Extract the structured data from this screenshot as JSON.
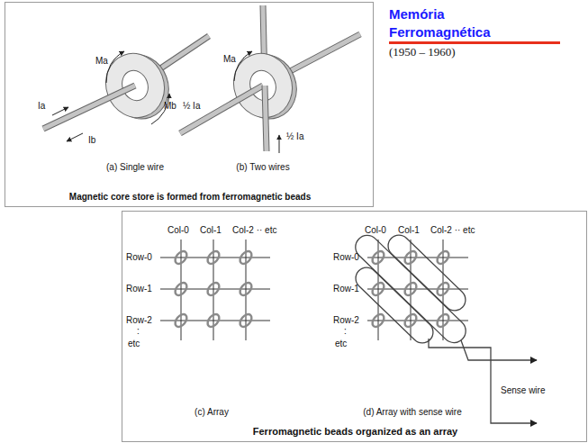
{
  "diagram": {
    "title": "Memória Ferromagnética",
    "nodes": [
      {
        "text": [
          "Magnetic core store is formed from ferromagnetic beads"
        ]
      },
      {
        "text": [
          "Ferromagnetic beads organized as an array"
        ]
      }
    ],
    "labels": [
      "(1950 – 1960)",
      "Ma",
      "Mb",
      "Ia",
      "Ib",
      "(a) Single wire",
      "Ma",
      "½ Ia",
      "½ Ia",
      "(b) Two wires",
      "Col-0",
      "Col-1",
      "Col-2 ·· etc",
      "Row-0",
      "Row-1",
      "Row-2",
      ":",
      "etc",
      "(c) Array",
      "Col-0",
      "Col-1",
      "Col-2 ·· etc",
      "Row-0",
      "Row-1",
      "Row-2",
      ":",
      "etc",
      "Sense wire",
      "(d) Array with sense wire"
    ]
  }
}
